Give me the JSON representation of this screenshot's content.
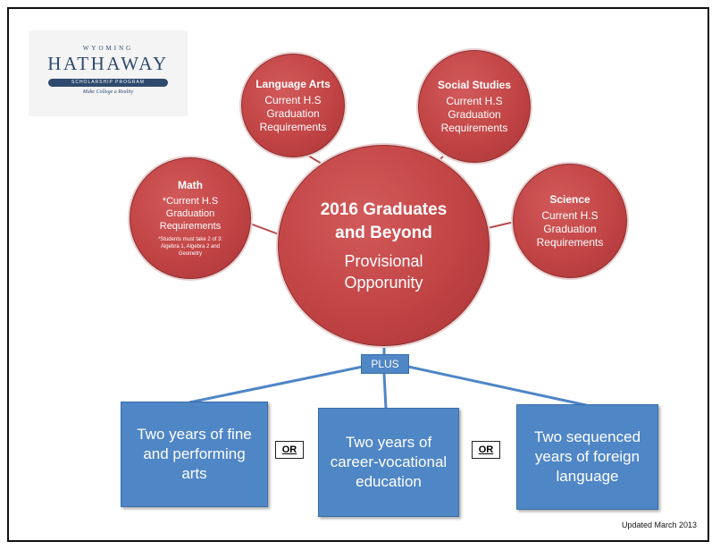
{
  "logo": {
    "top_text": "WYOMING",
    "name": "HATHAWAY",
    "band_text": "SCHOLARSHIP PROGRAM",
    "tagline": "Make College a Reality"
  },
  "center": {
    "title_line1": "2016 Graduates",
    "title_line2": "and Beyond",
    "subtitle_line1": "Provisional",
    "subtitle_line2": "Opporunity"
  },
  "subjects": {
    "language_arts": {
      "title": "Language Arts",
      "lines": [
        "Current H.S",
        "Graduation",
        "Requirements"
      ]
    },
    "social_studies": {
      "title": "Social Studies",
      "lines": [
        "Current H.S",
        "Graduation",
        "Requirements"
      ]
    },
    "math": {
      "title": "Math",
      "lines": [
        "*Current H.S",
        "Graduation",
        "Requirements"
      ],
      "note_lines": [
        "*Students must take 2 of 3:",
        "Algebra 1, Algebra 2 and",
        "Geometry"
      ]
    },
    "science": {
      "title": "Science",
      "lines": [
        "Current H.S",
        "Graduation",
        "Requirements"
      ]
    }
  },
  "plus_label": "PLUS",
  "options": {
    "arts": [
      "Two years of fine",
      "and performing",
      "arts"
    ],
    "career": [
      "Two years of",
      "career-vocational",
      "education"
    ],
    "language": [
      "Two sequenced",
      "years of foreign",
      "language"
    ]
  },
  "or_label": "OR",
  "updated": "Updated March 2013",
  "colors": {
    "circle_fill": "#c24445",
    "box_fill": "#4f86c6",
    "connector": "#4f86c6",
    "red_connector": "#b94a4c",
    "logo_navy": "#2e4a6e"
  }
}
